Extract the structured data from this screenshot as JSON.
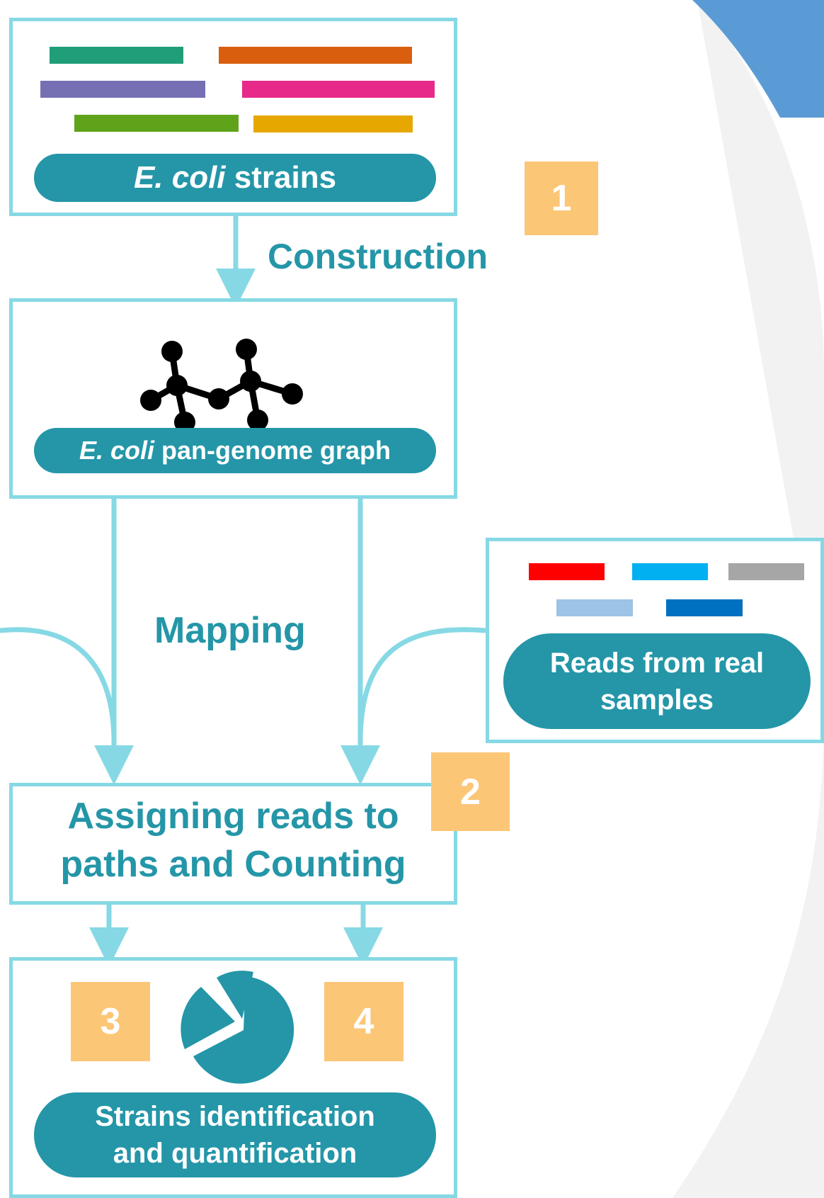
{
  "strains_box": {
    "label_italic": "E. coli",
    "label_rest": "strains",
    "bar_colors": [
      "#1f9e79",
      "#d95f0e",
      "#7570b3",
      "#e7298a",
      "#5fa31b",
      "#e6a800"
    ]
  },
  "graph_box": {
    "label_italic": "E. coli",
    "label_rest": "pan-genome graph",
    "icon": "molecule-graph-icon"
  },
  "reads_box": {
    "label_line1": "Reads from real",
    "label_line2": "samples",
    "bar_colors": [
      "#ff0000",
      "#00b0f0",
      "#a6a6a6",
      "#9dc3e6",
      "#0070c0"
    ]
  },
  "assign_box": {
    "line1": "Assigning reads to",
    "line2": "paths and Counting"
  },
  "result_box": {
    "label_line1": "Strains identification",
    "label_line2": "and quantification",
    "icon": "pie-chart-icon"
  },
  "steps": {
    "construction": "Construction",
    "mapping": "Mapping"
  },
  "badges": [
    "1",
    "2",
    "3",
    "4"
  ],
  "colors": {
    "teal": "#2496a8",
    "box_border": "#86d9e4",
    "badge": "#fcc677",
    "background_blue": "#5b9bd5",
    "background_gray": "#f2f2f2"
  }
}
